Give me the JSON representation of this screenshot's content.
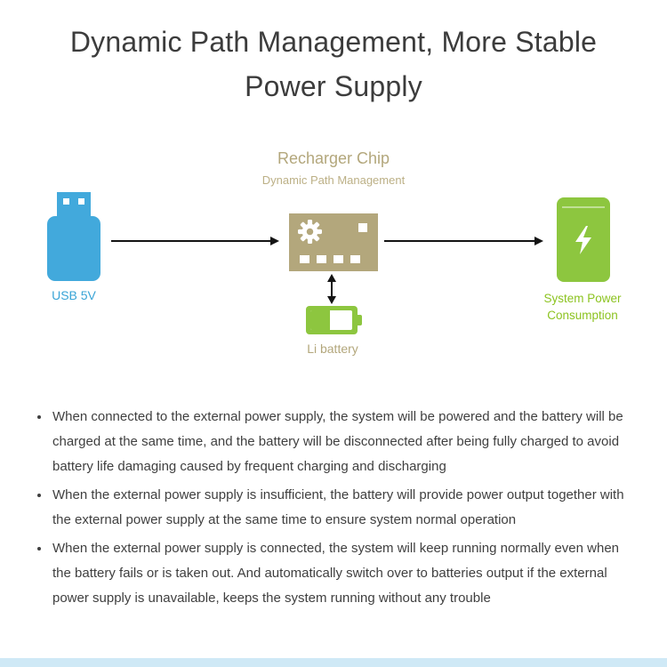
{
  "header": {
    "title_line1": "Dynamic Path Management, More Stable",
    "title_line2": "Power Supply"
  },
  "diagram": {
    "chip_title": "Recharger Chip",
    "chip_subtitle": "Dynamic Path Management",
    "usb_label": "USB 5V",
    "system_label_line1": "System Power",
    "system_label_line2": "Consumption",
    "battery_label": "Li battery"
  },
  "bullets": [
    "When connected to the external power supply, the system will be powered and the battery will be charged at the same time, and the battery will be disconnected after being fully charged to avoid battery life damaging caused by frequent charging and discharging",
    "When the external power supply is insufficient, the battery will provide power output together with the external power supply at the same time to ensure system normal operation",
    "When the external power supply is connected, the system will keep running normally even when the battery fails or is taken out. And automatically switch over to batteries output if the external power supply is unavailable, keeps the system running without any trouble"
  ],
  "icons": {
    "usb": "usb-plug-icon",
    "gear": "gear-icon",
    "lightning": "lightning-bolt-icon",
    "battery": "li-battery-icon",
    "arrows": [
      "arrow-right-icon",
      "arrow-right-icon",
      "arrow-up-down-icon"
    ]
  },
  "colors": {
    "usb_blue": "#42a9dc",
    "chip_tan": "#b3a77c",
    "green": "#8dc63f",
    "green_text": "#8cc320",
    "body_text": "#3f3f3f",
    "title_text": "#3c3c3c",
    "bottom_strip": "#cfe9f6"
  }
}
